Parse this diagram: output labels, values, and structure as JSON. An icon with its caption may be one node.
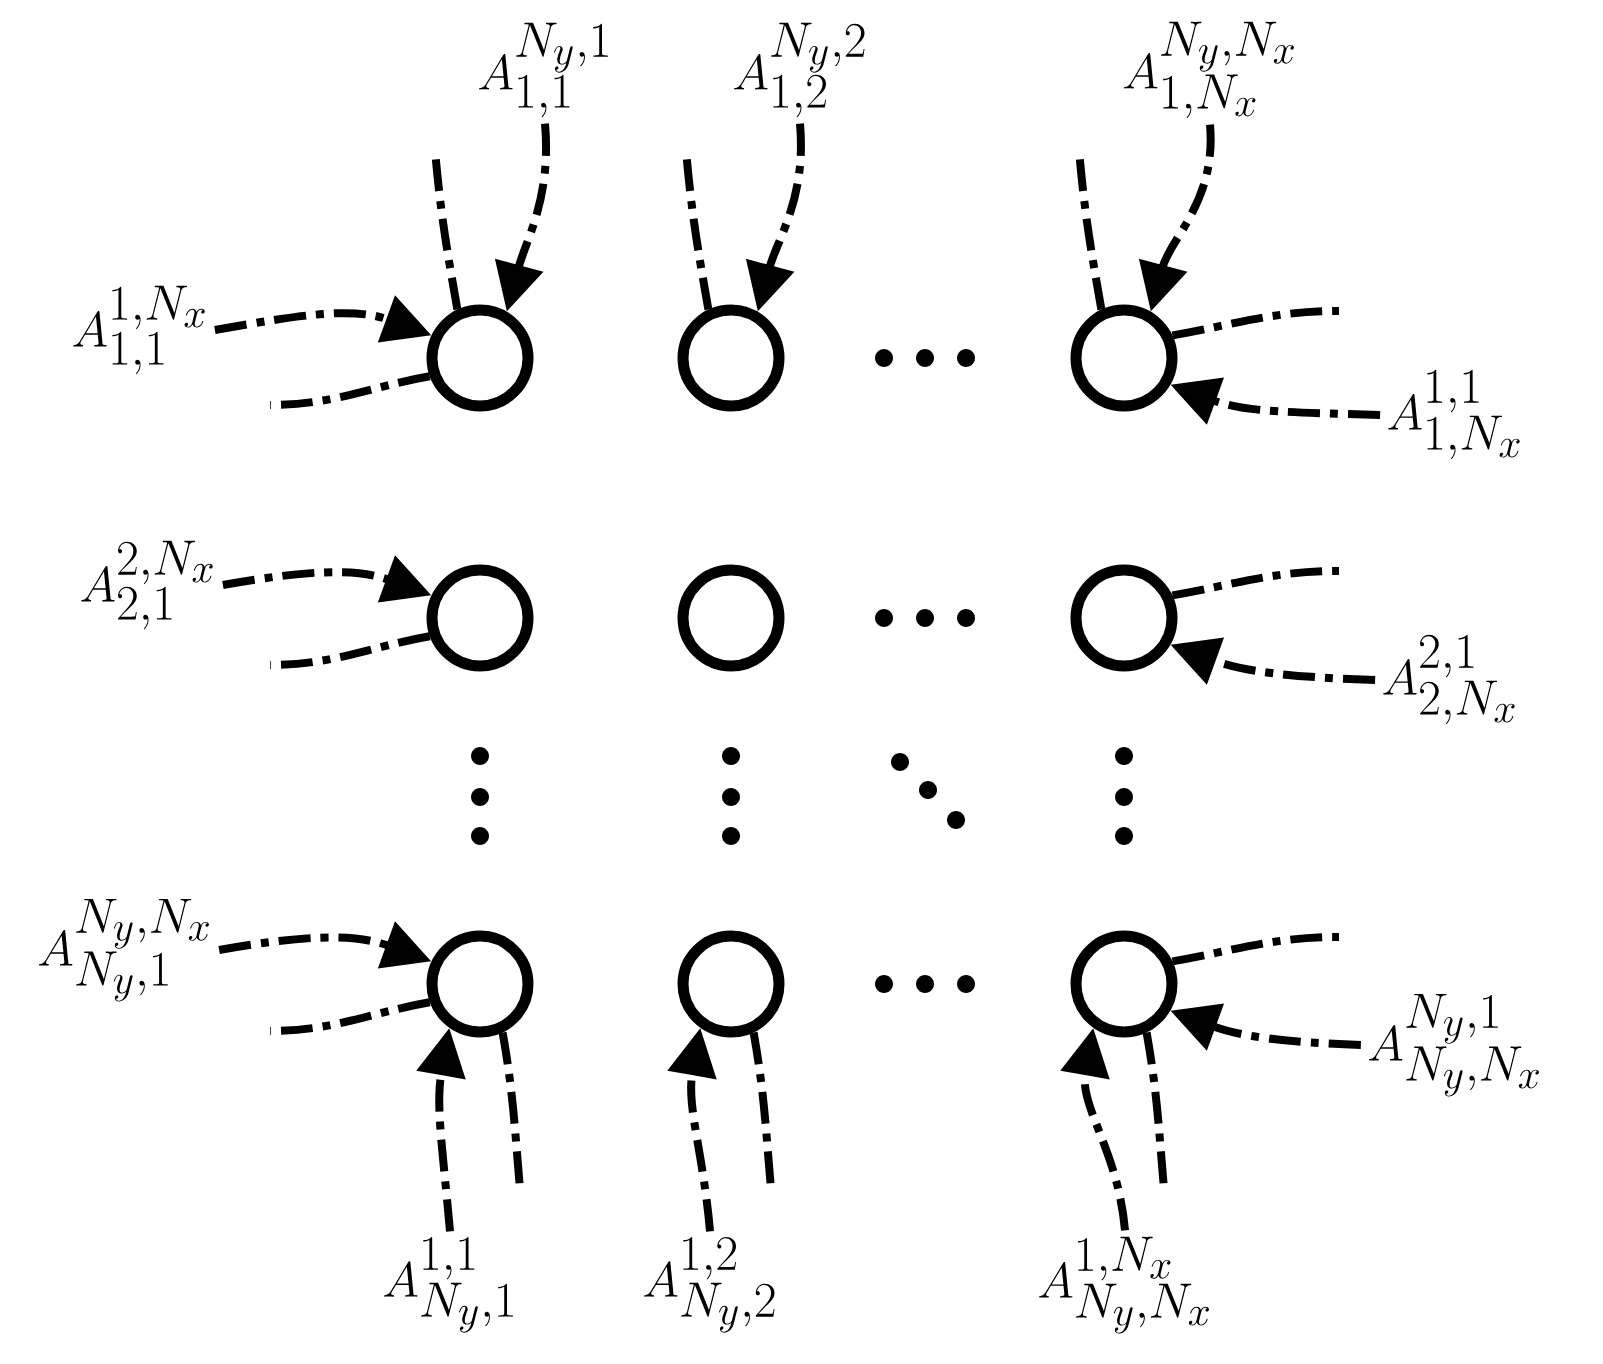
{
  "diagram": {
    "nodes": [
      {
        "text": [
          "A_{1,1}^{N_y,1}"
        ]
      },
      {
        "text": [
          "A_{1,2}^{N_y,2}"
        ]
      },
      {
        "text": [
          "A_{1,N_x}^{N_y,N_x}"
        ]
      },
      {
        "text": [
          "A_{1,1}^{1,N_x}"
        ]
      },
      {
        "text": [],
        "shape": "circle"
      },
      {
        "text": [],
        "shape": "circle"
      },
      {
        "text": [],
        "shape": "circle"
      },
      {
        "text": [
          "A_{1,N_x}^{1,1}"
        ]
      },
      {
        "text": [
          "A_{2,1}^{2,N_x}"
        ]
      },
      {
        "text": [],
        "shape": "circle"
      },
      {
        "text": [],
        "shape": "circle"
      },
      {
        "text": [],
        "shape": "circle"
      },
      {
        "text": [
          "A_{2,N_x}^{2,1}"
        ]
      },
      {
        "text": [
          "A_{N_y,1}^{N_y,N_x}"
        ]
      },
      {
        "text": [],
        "shape": "circle"
      },
      {
        "text": [],
        "shape": "circle"
      },
      {
        "text": [],
        "shape": "circle"
      },
      {
        "text": [
          "A_{N_y,N_x}^{N_y,1}"
        ]
      },
      {
        "text": [
          "A_{N_y,1}^{1,1}"
        ]
      },
      {
        "text": [
          "A_{N_y,2}^{1,2}"
        ]
      },
      {
        "text": [
          "A_{N_y,N_x}^{1,N_x}"
        ]
      }
    ],
    "edges": [
      {
        "from": 0,
        "to": 4,
        "arrow": "to",
        "style": "dashed"
      },
      {
        "from": 4,
        "to": null,
        "arrow": "none",
        "style": "dashed"
      },
      {
        "from": 1,
        "to": 5,
        "arrow": "to",
        "style": "dashed"
      },
      {
        "from": 5,
        "to": null,
        "arrow": "none",
        "style": "dashed"
      },
      {
        "from": 2,
        "to": 6,
        "arrow": "to",
        "style": "dashed"
      },
      {
        "from": 6,
        "to": null,
        "arrow": "none",
        "style": "dashed"
      },
      {
        "from": 3,
        "to": 4,
        "arrow": "to",
        "style": "dashed"
      },
      {
        "from": 4,
        "to": null,
        "arrow": "none",
        "style": "dashed"
      },
      {
        "from": 7,
        "to": 6,
        "arrow": "to",
        "style": "dashed"
      },
      {
        "from": 6,
        "to": null,
        "arrow": "none",
        "style": "dashed"
      },
      {
        "from": 8,
        "to": 9,
        "arrow": "to",
        "style": "dashed"
      },
      {
        "from": 9,
        "to": null,
        "arrow": "none",
        "style": "dashed"
      },
      {
        "from": 12,
        "to": 11,
        "arrow": "to",
        "style": "dashed"
      },
      {
        "from": 11,
        "to": null,
        "arrow": "none",
        "style": "dashed"
      },
      {
        "from": 13,
        "to": 14,
        "arrow": "to",
        "style": "dashed"
      },
      {
        "from": 14,
        "to": null,
        "arrow": "none",
        "style": "dashed"
      },
      {
        "from": 17,
        "to": 16,
        "arrow": "to",
        "style": "dashed"
      },
      {
        "from": 16,
        "to": null,
        "arrow": "none",
        "style": "dashed"
      },
      {
        "from": 18,
        "to": 14,
        "arrow": "to",
        "style": "dashed"
      },
      {
        "from": 14,
        "to": null,
        "arrow": "none",
        "style": "dashed"
      },
      {
        "from": 19,
        "to": 15,
        "arrow": "to",
        "style": "dashed"
      },
      {
        "from": 15,
        "to": null,
        "arrow": "none",
        "style": "dashed"
      },
      {
        "from": 20,
        "to": 16,
        "arrow": "to",
        "style": "dashed"
      },
      {
        "from": 16,
        "to": null,
        "arrow": "none",
        "style": "dashed"
      }
    ]
  }
}
